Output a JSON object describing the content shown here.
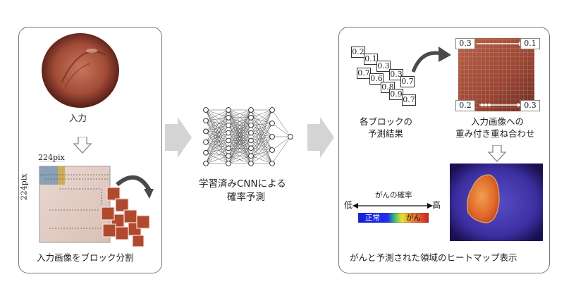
{
  "left_panel": {
    "input_label": "入力",
    "split_label": "入力画像をブロック分割",
    "width_label": "224pix",
    "height_label": "224pix"
  },
  "middle": {
    "cnn_label_line1": "学習済みCNNによる",
    "cnn_label_line2": "確率予測"
  },
  "right_panel": {
    "block_result_line1": "各ブロックの",
    "block_result_line2": "予測結果",
    "overlay_line1": "入力画像への",
    "overlay_line2": "重み付き重ね合わせ",
    "heatmap_label": "がんと予測された領域のヒートマップ表示",
    "probabilities": [
      "0.2",
      "0.1",
      "0.3",
      "0.7",
      "0.6",
      "0.3",
      "0.8",
      "0.7",
      "0.9",
      "0.7"
    ],
    "overlay_values": [
      "0.3",
      "0.1",
      "0.2",
      "0.3"
    ],
    "legend": {
      "title": "がんの確率",
      "low": "低",
      "high": "高",
      "normal": "正常",
      "cancer": "がん"
    }
  }
}
